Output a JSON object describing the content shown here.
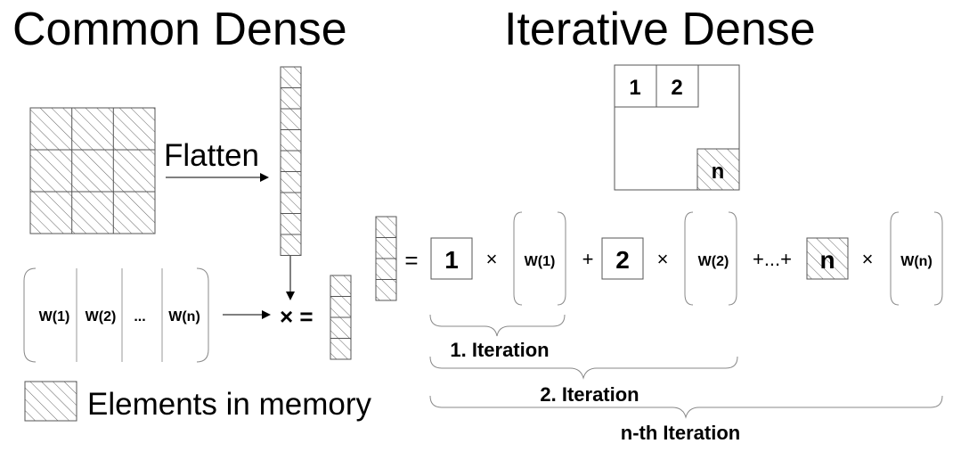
{
  "titles": {
    "left": "Common Dense",
    "right": "Iterative Dense"
  },
  "left": {
    "flatten_label": "Flatten",
    "weights": [
      "W(1)",
      "W(2)",
      "...",
      "W(n)"
    ],
    "operator": "× ="
  },
  "legend": {
    "text": "Elements in memory"
  },
  "right": {
    "block_labels": [
      "1",
      "2",
      "n"
    ],
    "equals": "=",
    "terms": [
      {
        "block": "1",
        "times": "×",
        "weight": "W(1)"
      },
      {
        "block": "2",
        "times": "×",
        "weight": "W(2)"
      },
      {
        "block": "n",
        "times": "×",
        "weight": "W(n)"
      }
    ],
    "plus": "+",
    "plus_dots": "+...+",
    "iterations": [
      "1. Iteration",
      "2. Iteration",
      "n-th Iteration"
    ]
  }
}
